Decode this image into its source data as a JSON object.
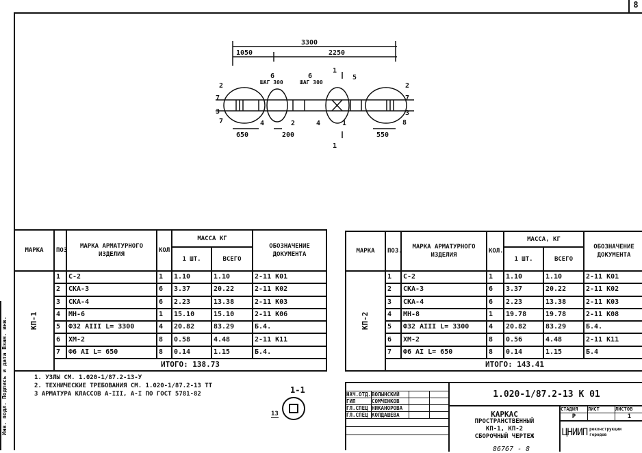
{
  "sheet_number": "8",
  "side_stamp": "Инв. подл. Подпись и дата Взам. инв.",
  "bottom_stamp": "86767 - 8",
  "drawing": {
    "dims": {
      "total": "3300",
      "left": "1050",
      "right": "2250",
      "d650": "650",
      "d200": "200",
      "d550": "550"
    },
    "step_label": "ШАГ 300",
    "pos_labels": [
      "2",
      "7",
      "3",
      "7",
      "6",
      "6",
      "4",
      "2",
      "4",
      "1",
      "5",
      "2",
      "7",
      "3",
      "8"
    ],
    "section_mark": "1"
  },
  "headers": {
    "marka": "МАРКА",
    "poz": "ПОЗ.",
    "item": "МАРКА АРМАТУРНОГО ИЗДЕЛИЯ",
    "qty": "КОЛ.",
    "mass": "МАССА КГ",
    "mass_right": "МАССА, КГ",
    "one": "1 ШТ.",
    "all": "ВСЕГО",
    "doc": "ОБОЗНАЧЕНИЕ ДОКУМЕНТА"
  },
  "tables": [
    {
      "marka": "КП-1",
      "total": "ИТОГО: 138.73",
      "rows": [
        {
          "poz": "1",
          "item": "С-2",
          "qty": "1",
          "one": "1.10",
          "all": "1.10",
          "doc": "2-11 К01"
        },
        {
          "poz": "2",
          "item": "СКА-3",
          "qty": "6",
          "one": "3.37",
          "all": "20.22",
          "doc": "2-11 К02"
        },
        {
          "poz": "3",
          "item": "СКА-4",
          "qty": "6",
          "one": "2.23",
          "all": "13.38",
          "doc": "2-11 К03"
        },
        {
          "poz": "4",
          "item": "МН-6",
          "qty": "1",
          "one": "15.10",
          "all": "15.10",
          "doc": "2-11 К06"
        },
        {
          "poz": "5",
          "item": "Ф32 АIII  L= 3300",
          "qty": "4",
          "one": "20.82",
          "all": "83.29",
          "doc": "Б.4."
        },
        {
          "poz": "6",
          "item": "ХМ-2",
          "qty": "8",
          "one": "0.58",
          "all": "4.48",
          "doc": "2-11 К11"
        },
        {
          "poz": "7",
          "item": "Ф6 АI    L= 650",
          "qty": "8",
          "one": "0.14",
          "all": "1.15",
          "doc": "Б.4."
        }
      ]
    },
    {
      "marka": "КП-2",
      "total": "ИТОГО: 143.41",
      "rows": [
        {
          "poz": "1",
          "item": "С-2",
          "qty": "1",
          "one": "1.10",
          "all": "1.10",
          "doc": "2-11 К01"
        },
        {
          "poz": "2",
          "item": "СКА-3",
          "qty": "6",
          "one": "3.37",
          "all": "20.22",
          "doc": "2-11 К02"
        },
        {
          "poz": "3",
          "item": "СКА-4",
          "qty": "6",
          "one": "2.23",
          "all": "13.38",
          "doc": "2-11 К03"
        },
        {
          "poz": "4",
          "item": "МН-8",
          "qty": "1",
          "one": "19.78",
          "all": "19.78",
          "doc": "2-11 К08"
        },
        {
          "poz": "5",
          "item": "Ф32 АIII  L= 3300",
          "qty": "4",
          "one": "20.82",
          "all": "83.29",
          "doc": "Б.4."
        },
        {
          "poz": "6",
          "item": "ХМ-2",
          "qty": "8",
          "one": "0.56",
          "all": "4.48",
          "doc": "2-11 К11"
        },
        {
          "poz": "7",
          "item": "Ф6 АI    L= 650",
          "qty": "8",
          "one": "0.14",
          "all": "1.15",
          "doc": "Б.4"
        }
      ]
    }
  ],
  "notes": [
    "1. УЗЛЫ СМ. 1.020-1/87.2-13-У",
    "2. ТЕХНИЧЕСКИЕ ТРЕБОВАНИЯ СМ. 1.020-1/87.2-13 ТТ",
    "3  АРМАТУРА КЛАССОВ А-III, А-I ПО ГОСТ 5781-82"
  ],
  "section": {
    "title": "1-1",
    "label": "13"
  },
  "title_block": {
    "code": "1.020-1/87.2-13 К 01",
    "signers": [
      {
        "role": "НАЧ.ОТД.",
        "name": "ВОЛЫНСКИЙ"
      },
      {
        "role": "ГИП",
        "name": "СОМЧЕНКОВ"
      },
      {
        "role": "ГЛ.СПЕЦ",
        "name": "НИКАНОРОВА"
      },
      {
        "role": "ГЛ.СПЕЦ",
        "name": "КОЛДАШЕВА"
      }
    ],
    "description": [
      "КАРКАС",
      "ПРОСТРАНСТВЕННЫЙ",
      "КП-1, КП-2",
      "СБОРОЧНЫЙ ЧЕРТЕЖ"
    ],
    "stage_label": "СТАДИЯ",
    "sheet_label": "ЛИСТ",
    "sheets_label": "ЛИСТОВ",
    "stage": "Р",
    "sheet": "",
    "sheets": "1",
    "org": "ЦНИИП",
    "org_sub": "реконструкции городов"
  }
}
